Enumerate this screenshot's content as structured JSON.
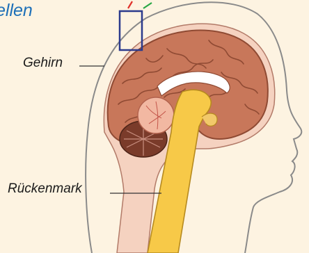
{
  "title": "ellen",
  "labels": {
    "brain": "Gehirn",
    "spinal_cord": "Rückenmark"
  },
  "colors": {
    "background": "#fdf3e1",
    "title": "#1d6fb8",
    "cortex": "#c8775a",
    "cortex_dark": "#8f4a33",
    "brainstem": "#f7c948",
    "cerebellum": "#f2b8a2",
    "membrane": "#e9a6a0",
    "marker_box": "#2b3a8c",
    "outline": "#8a8a8a",
    "arrow_red": "#e0312b",
    "arrow_green": "#2aa745"
  },
  "icons": {
    "marker": "square-outline-marker",
    "arrows": "short-diagonal-lines"
  }
}
